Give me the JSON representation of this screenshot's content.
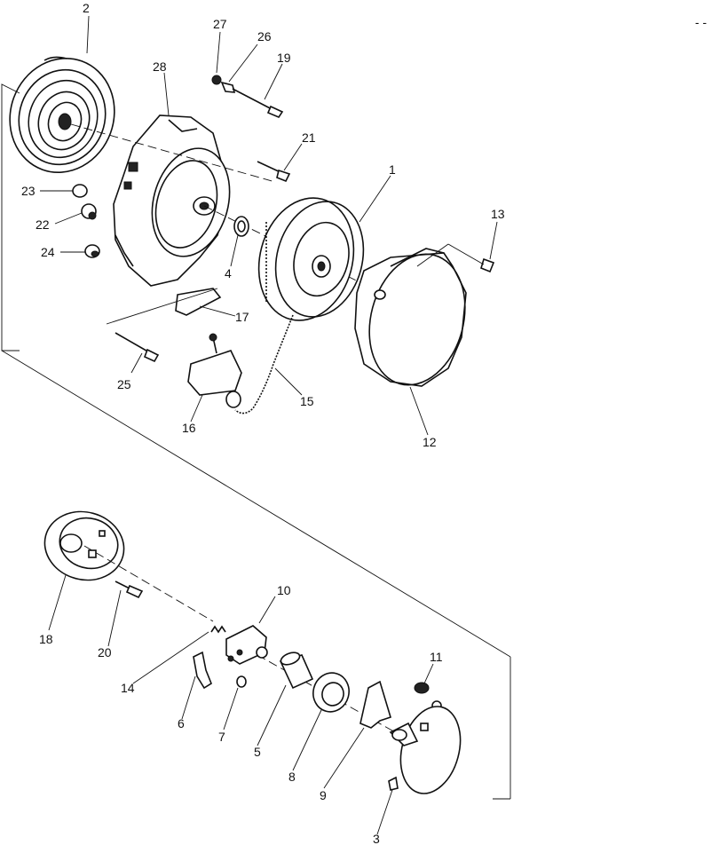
{
  "diagram": {
    "corner_marks": "- -",
    "labels": {
      "p1": "1",
      "p2": "2",
      "p3": "3",
      "p4": "4",
      "p5": "5",
      "p6": "6",
      "p7": "7",
      "p8": "8",
      "p9": "9",
      "p10": "10",
      "p11": "11",
      "p12": "12",
      "p13": "13",
      "p14": "14",
      "p15": "15",
      "p16": "16",
      "p17": "17",
      "p18": "18",
      "p19": "19",
      "p20": "20",
      "p21": "21",
      "p22": "22",
      "p23": "23",
      "p24": "24",
      "p25": "25",
      "p26": "26",
      "p27": "27",
      "p28": "28"
    }
  }
}
